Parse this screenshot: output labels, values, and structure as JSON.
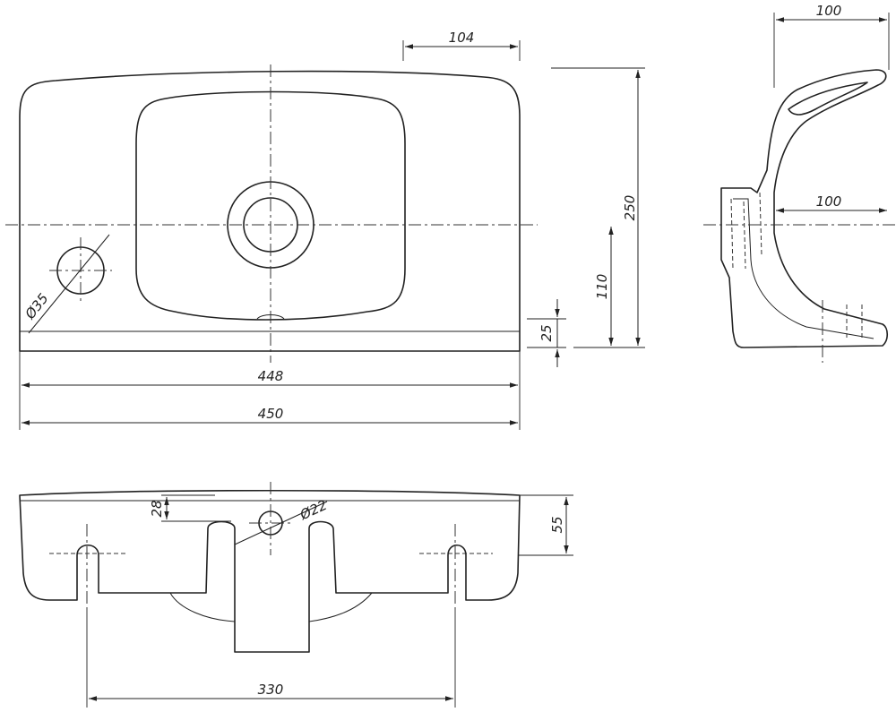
{
  "dimensions": {
    "top_width_inner": "448",
    "top_width_outer": "450",
    "top_depth": "250",
    "tap_hole_offset": "104",
    "drain_height": "110",
    "front_edge": "25",
    "overflow_diameter": "Ø35",
    "side_depth_top": "100",
    "side_depth_mid": "100",
    "front_height": "55",
    "front_offset": "28",
    "tap_diameter": "Ø22",
    "fixing_spacing": "330"
  }
}
